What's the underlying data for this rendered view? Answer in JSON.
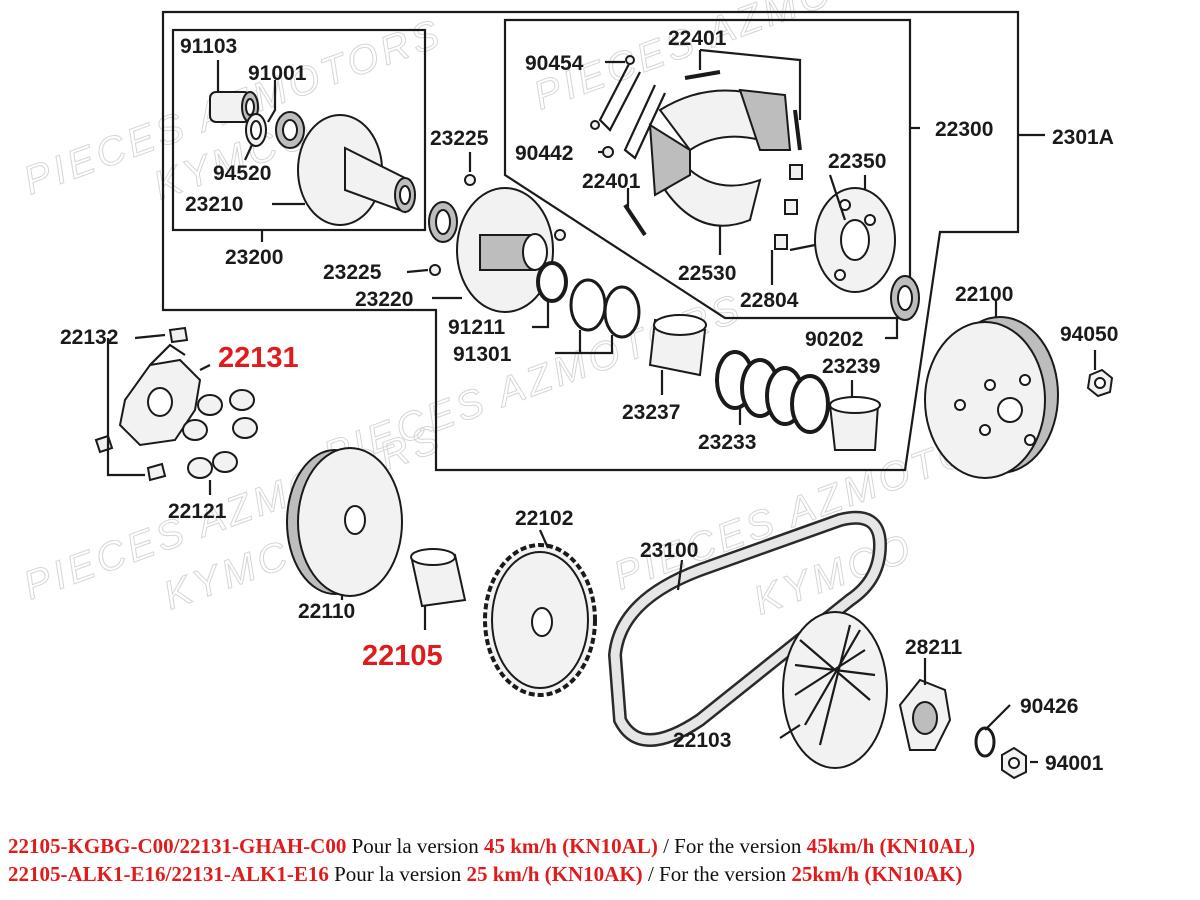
{
  "watermarks": [
    "PIECES AZMOTORS",
    "KYMCO"
  ],
  "labels": {
    "p91103": "91103",
    "p91001": "91001",
    "p94520": "94520",
    "p23210": "23210",
    "p23200": "23200",
    "p23225a": "23225",
    "p23225b": "23225",
    "p23220": "23220",
    "p90454": "90454",
    "p22401a": "22401",
    "p90442": "90442",
    "p22401b": "22401",
    "p22530": "22530",
    "p22804": "22804",
    "p22350": "22350",
    "p22300": "22300",
    "p2301A": "2301A",
    "p91211": "91211",
    "p91301": "91301",
    "p90202": "90202",
    "p23239": "23239",
    "p23237": "23237",
    "p23233": "23233",
    "p22100": "22100",
    "p94050": "94050",
    "p22132": "22132",
    "p22131": "22131",
    "p22121": "22121",
    "p22110": "22110",
    "p22105": "22105",
    "p22102": "22102",
    "p23100": "23100",
    "p28211": "28211",
    "p90426": "90426",
    "p22103": "22103",
    "p94001": "94001"
  },
  "notes": [
    {
      "code": "22105-KGBG-C00/22131-GHAH-C00",
      "fr": "Pour la version",
      "fr_speed": "45 km/h (KN10AL)",
      "sep": "/ For the version",
      "en_speed": "45km/h (KN10AL)"
    },
    {
      "code": "22105-ALK1-E16/22131-ALK1-E16",
      "fr": "Pour la version",
      "fr_speed": "25 km/h (KN10AK)",
      "sep": "/ For the version",
      "en_speed": "25km/h (KN10AK)"
    }
  ],
  "colors": {
    "highlight": "#e11b1b",
    "ink": "#1a1a1a"
  }
}
